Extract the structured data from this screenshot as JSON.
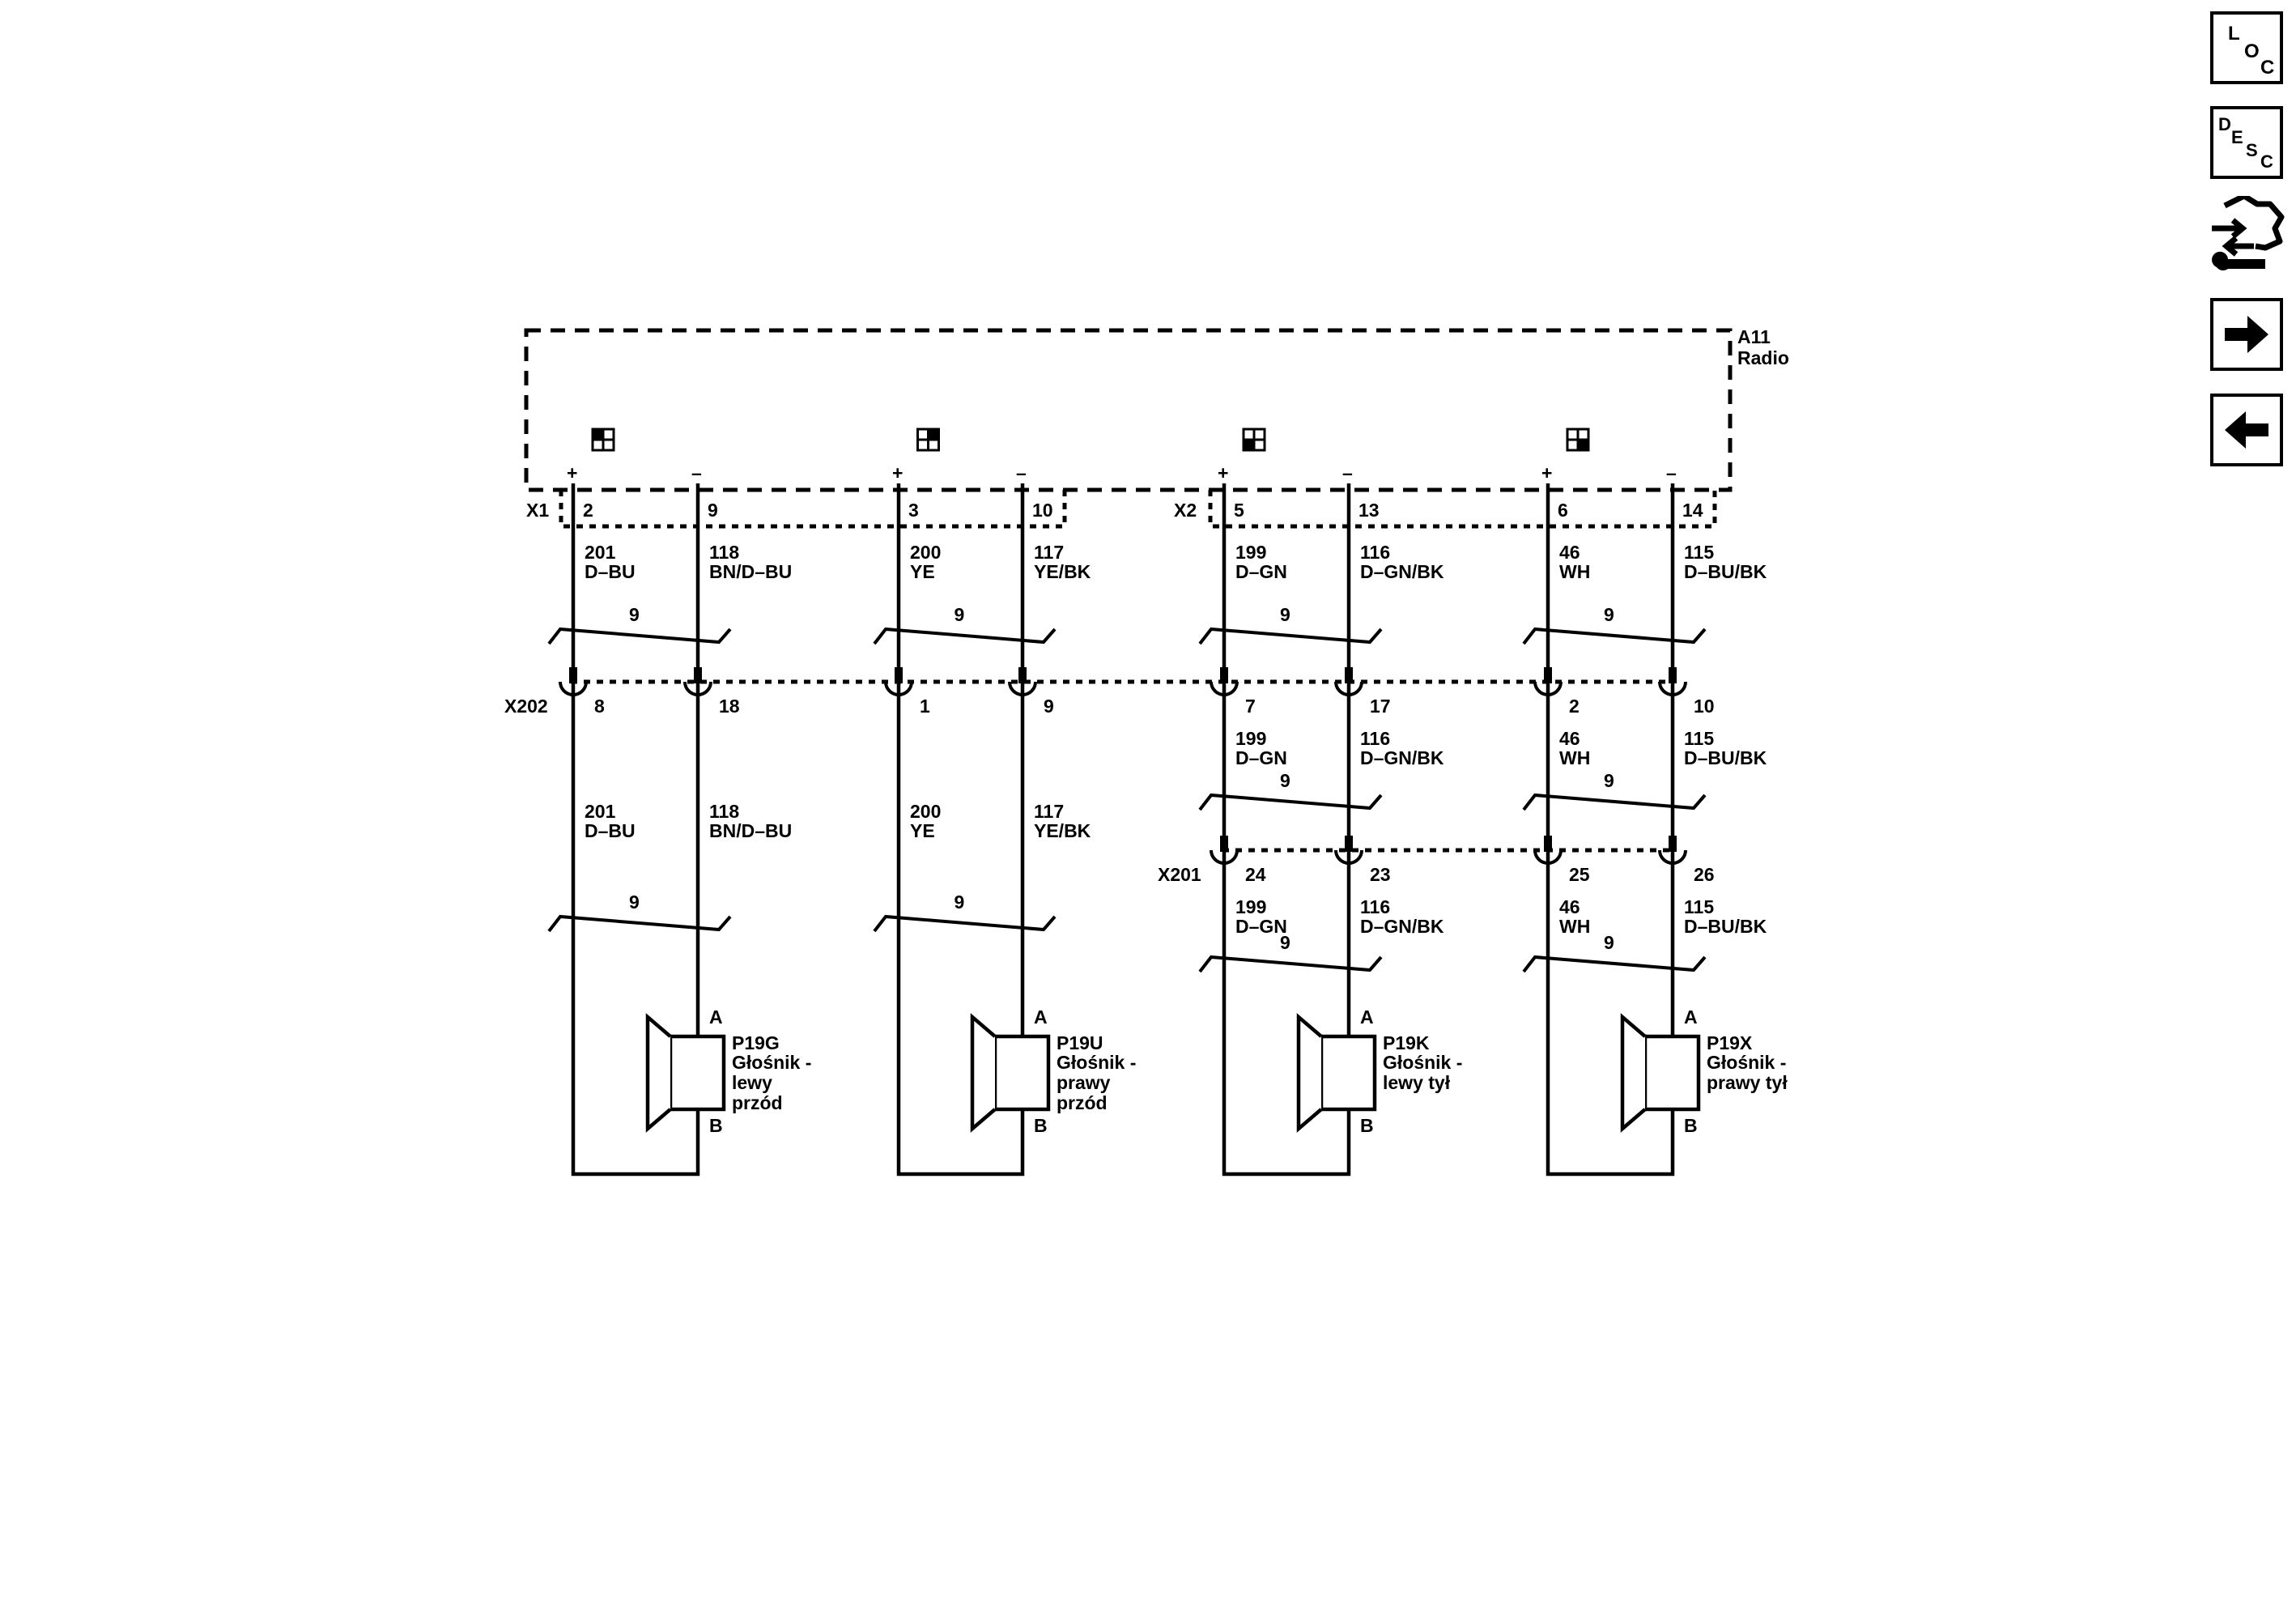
{
  "module": {
    "id": "A11",
    "name": "Radio"
  },
  "connectors": {
    "radio_left": "X1",
    "radio_right": "X2",
    "inline_top": "X202",
    "inline_bottom": "X201"
  },
  "channels": [
    {
      "plus": "+",
      "minus": "–",
      "radio_pins": [
        "2",
        "9"
      ],
      "circuits": [
        "201",
        "118"
      ],
      "colors": [
        "D–BU",
        "BN/D–BU"
      ],
      "x202_pins": [
        "8",
        "18"
      ],
      "twist": "9",
      "speaker": {
        "id": "P19G",
        "name_lines": [
          "Głośnik -",
          "lewy",
          "przód"
        ],
        "pin_a": "A",
        "pin_b": "B"
      }
    },
    {
      "plus": "+",
      "minus": "–",
      "radio_pins": [
        "3",
        "10"
      ],
      "circuits": [
        "200",
        "117"
      ],
      "colors": [
        "YE",
        "YE/BK"
      ],
      "x202_pins": [
        "1",
        "9"
      ],
      "twist": "9",
      "speaker": {
        "id": "P19U",
        "name_lines": [
          "Głośnik -",
          "prawy",
          "przód"
        ],
        "pin_a": "A",
        "pin_b": "B"
      }
    },
    {
      "plus": "+",
      "minus": "–",
      "radio_pins": [
        "5",
        "13"
      ],
      "circuits": [
        "199",
        "116"
      ],
      "colors": [
        "D–GN",
        "D–GN/BK"
      ],
      "x202_pins": [
        "7",
        "17"
      ],
      "x201_pins": [
        "24",
        "23"
      ],
      "twist": "9",
      "speaker": {
        "id": "P19K",
        "name_lines": [
          "Głośnik -",
          "lewy tył"
        ],
        "pin_a": "A",
        "pin_b": "B"
      }
    },
    {
      "plus": "+",
      "minus": "–",
      "radio_pins": [
        "6",
        "14"
      ],
      "circuits": [
        "46",
        "115"
      ],
      "colors": [
        "WH",
        "D–BU/BK"
      ],
      "x202_pins": [
        "2",
        "10"
      ],
      "x201_pins": [
        "25",
        "26"
      ],
      "twist": "9",
      "speaker": {
        "id": "P19X",
        "name_lines": [
          "Głośnik -",
          "prawy tył"
        ],
        "pin_a": "A",
        "pin_b": "B"
      }
    }
  ],
  "nav": {
    "loc": [
      "L",
      "O",
      "C"
    ],
    "desc": [
      "D",
      "E",
      "S",
      "C"
    ]
  }
}
